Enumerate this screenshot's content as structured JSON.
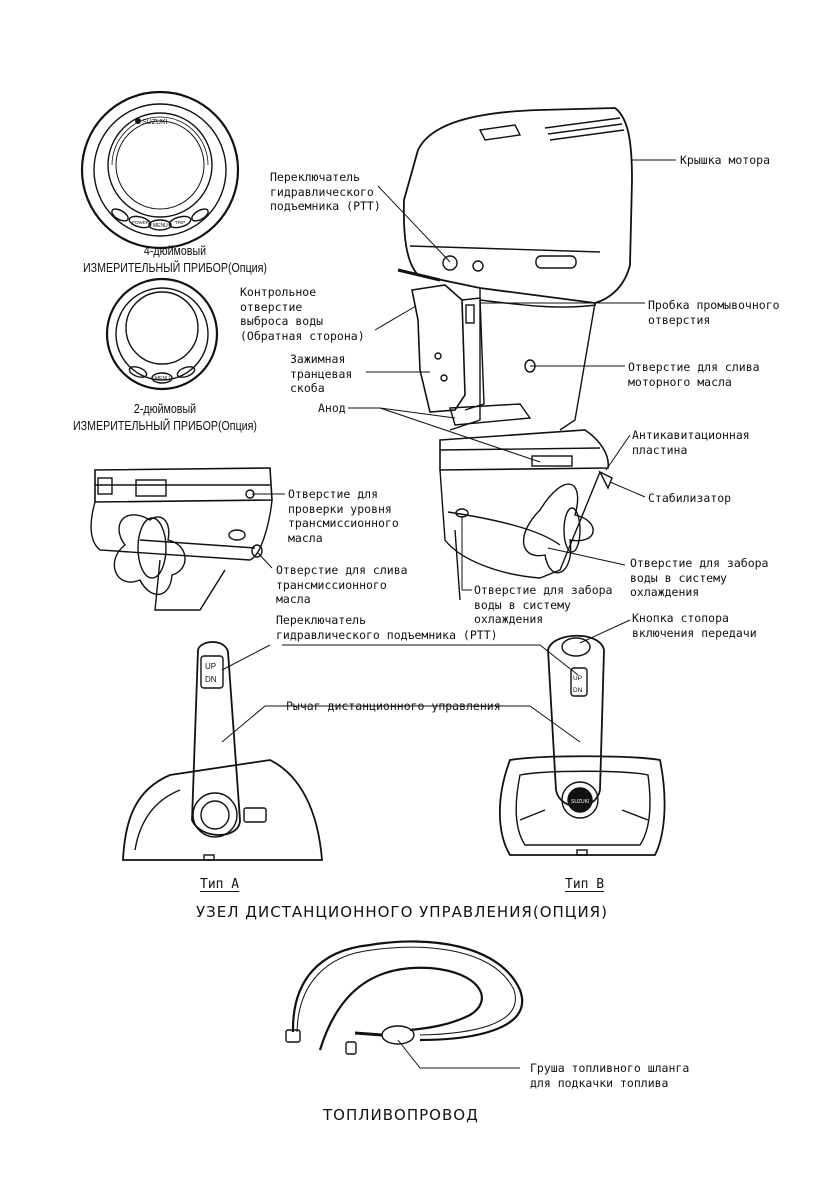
{
  "gauges": {
    "gauge4_caption": "4-дюймовый\nИЗМЕРИТЕЛЬНЫЙ ПРИБОР(Опция)",
    "gauge2_caption": "2-дюймовый\nИЗМЕРИТЕЛЬНЫЙ ПРИБОР(Опция)",
    "brand": "SUZUKI",
    "btn_menu": "MENU",
    "btn_power": "POWER",
    "btn_trip": "TRIP"
  },
  "engine": {
    "ptt_switch": "Переключатель\nгидравлического\nподъемника (PTT)",
    "cover": "Крышка мотора",
    "water_check": "Контрольное\nотверстие\nвыброса воды\n(Обратная сторона)",
    "flush_plug": "Пробка промывочного\nотверстия",
    "clamp": "Зажимная\nтранцевая\nскоба",
    "oil_drain": "Отверстие для слива\nмоторного масла",
    "anode": "Анод",
    "anticav": "Антикавитационная\nпластина",
    "stabilizer": "Стабилизатор"
  },
  "gearcase": {
    "gear_oil_level": "Отверстие для\nпроверки уровня\nтрансмиссионного\nмасла",
    "gear_oil_drain": "Отверстие для слива\nтрансмиссионного\nмасла",
    "water_intake_1": "Отверстие для забора\nводы в систему\nохлаждения",
    "water_intake_2": "Отверстие для забора\nводы в систему\nохлаждения"
  },
  "remote": {
    "ptt_switch": "Переключатель\nгидравлического подъемника (PTT)",
    "shift_lock": "Кнопка стопора\nвключения передачи",
    "lever": "Рычаг дистанционного управления",
    "type_a": "Тип А",
    "type_b": "Тип В",
    "section_title": "УЗЕЛ ДИСТАНЦИОННОГО УПРАВЛЕНИЯ(ОПЦИЯ)",
    "btn_up": "UP",
    "btn_dn": "DN",
    "brand": "SUZUKI"
  },
  "fuel": {
    "bulb": "Груша топливного шланга\nдля подкачки топлива",
    "section_title": "ТОПЛИВОПРОВОД"
  }
}
